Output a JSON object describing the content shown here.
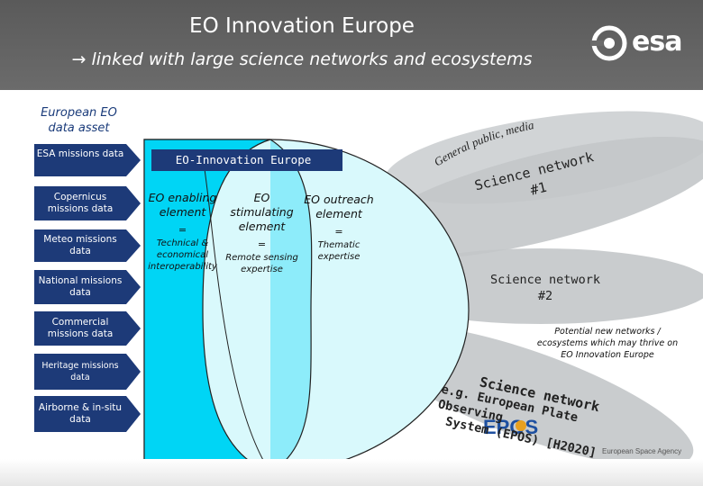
{
  "header": {
    "title": "EO Innovation Europe",
    "subtitle": "linked with large science networks and ecosystems",
    "logo": "esa"
  },
  "asset_title": "European EO data asset",
  "data_sources": [
    "ESA missions data",
    "Copernicus missions data",
    "Meteo missions data",
    "National missions data",
    "Commercial missions data",
    "Heritage missions data",
    "Airborne & in-situ data"
  ],
  "innovation_box": {
    "label": "EO-Innovation Europe"
  },
  "columns": [
    {
      "title": "EO enabling element",
      "eq": "=",
      "sub": "Technical & economical interoperability"
    },
    {
      "title": "EO stimulating element",
      "eq": "=",
      "sub": "Remote sensing expertise"
    },
    {
      "title": "EO outreach element",
      "eq": "=",
      "sub": "Thematic expertise"
    }
  ],
  "general_public": "General public, media",
  "networks": {
    "n1": {
      "title": "Science network",
      "num": "#1"
    },
    "n2": {
      "title": "Science network",
      "num": "#2"
    },
    "n3": {
      "line1": "Science network",
      "line2": "e.g. European Plate Observing",
      "line3": "System (EPOS) [H2020]",
      "logo": "EPOS"
    }
  },
  "potential_note": "Potential new networks / ecosystems which may thrive on EO Innovation Europe",
  "footer": "European Space Agency",
  "colors": {
    "navy": "#1d3a78",
    "cyan": "#00d5f5",
    "pale_cyan": "#d9f9fc",
    "gray_ellipse": "#c9cccf"
  }
}
